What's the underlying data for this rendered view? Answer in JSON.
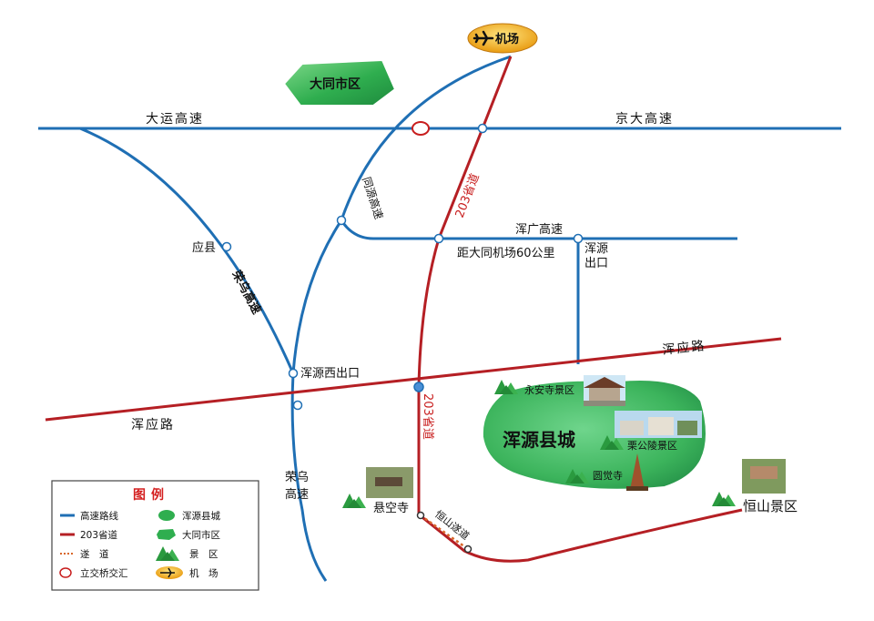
{
  "colors": {
    "expressway": "#1f6fb4",
    "provincial_road": "#b51f24",
    "tunnel": "#d9672a",
    "green_area": "#2aa84a",
    "airport": "#f0a020"
  },
  "labels": {
    "airport": "机场",
    "datong_city": "大同市区",
    "dayun": "大运高速",
    "jingda": "京大高速",
    "tongyuan": "同源高速",
    "road203_north": "203省道",
    "hunguang": "浑广高速",
    "distance_note": "距大同机场60公里",
    "hunyuan_exit": "浑源出口",
    "yingxian": "应县",
    "rongwu_west": "荣乌高速",
    "hunyuan_west_exit": "浑源西出口",
    "hunying_east": "浑应路",
    "hunying_west": "浑应路",
    "road203_south": "203省道",
    "rongwu_south": "荣乌高速",
    "town": "浑源县城",
    "yongansi": "永安寺景区",
    "ligongling": "栗公陵景区",
    "yuanjuesi": "圆觉寺",
    "xuankongsi": "悬空寺",
    "hengshan_tunnel": "恒山遂道",
    "hengshan_area": "恒山景区"
  },
  "legend": {
    "title": "图例",
    "items": [
      {
        "label": "高速路线",
        "icon": "blue-line"
      },
      {
        "label": "浑源县城",
        "icon": "green-blob"
      },
      {
        "label": "203省道",
        "icon": "red-line"
      },
      {
        "label": "大同市区",
        "icon": "green-poly"
      },
      {
        "label": "遂　道",
        "icon": "dotted-line"
      },
      {
        "label": "景　区",
        "icon": "mountain-icon"
      },
      {
        "label": "立交桥交汇",
        "icon": "interchange-ring"
      },
      {
        "label": "机　场",
        "icon": "airport-icon"
      }
    ]
  }
}
